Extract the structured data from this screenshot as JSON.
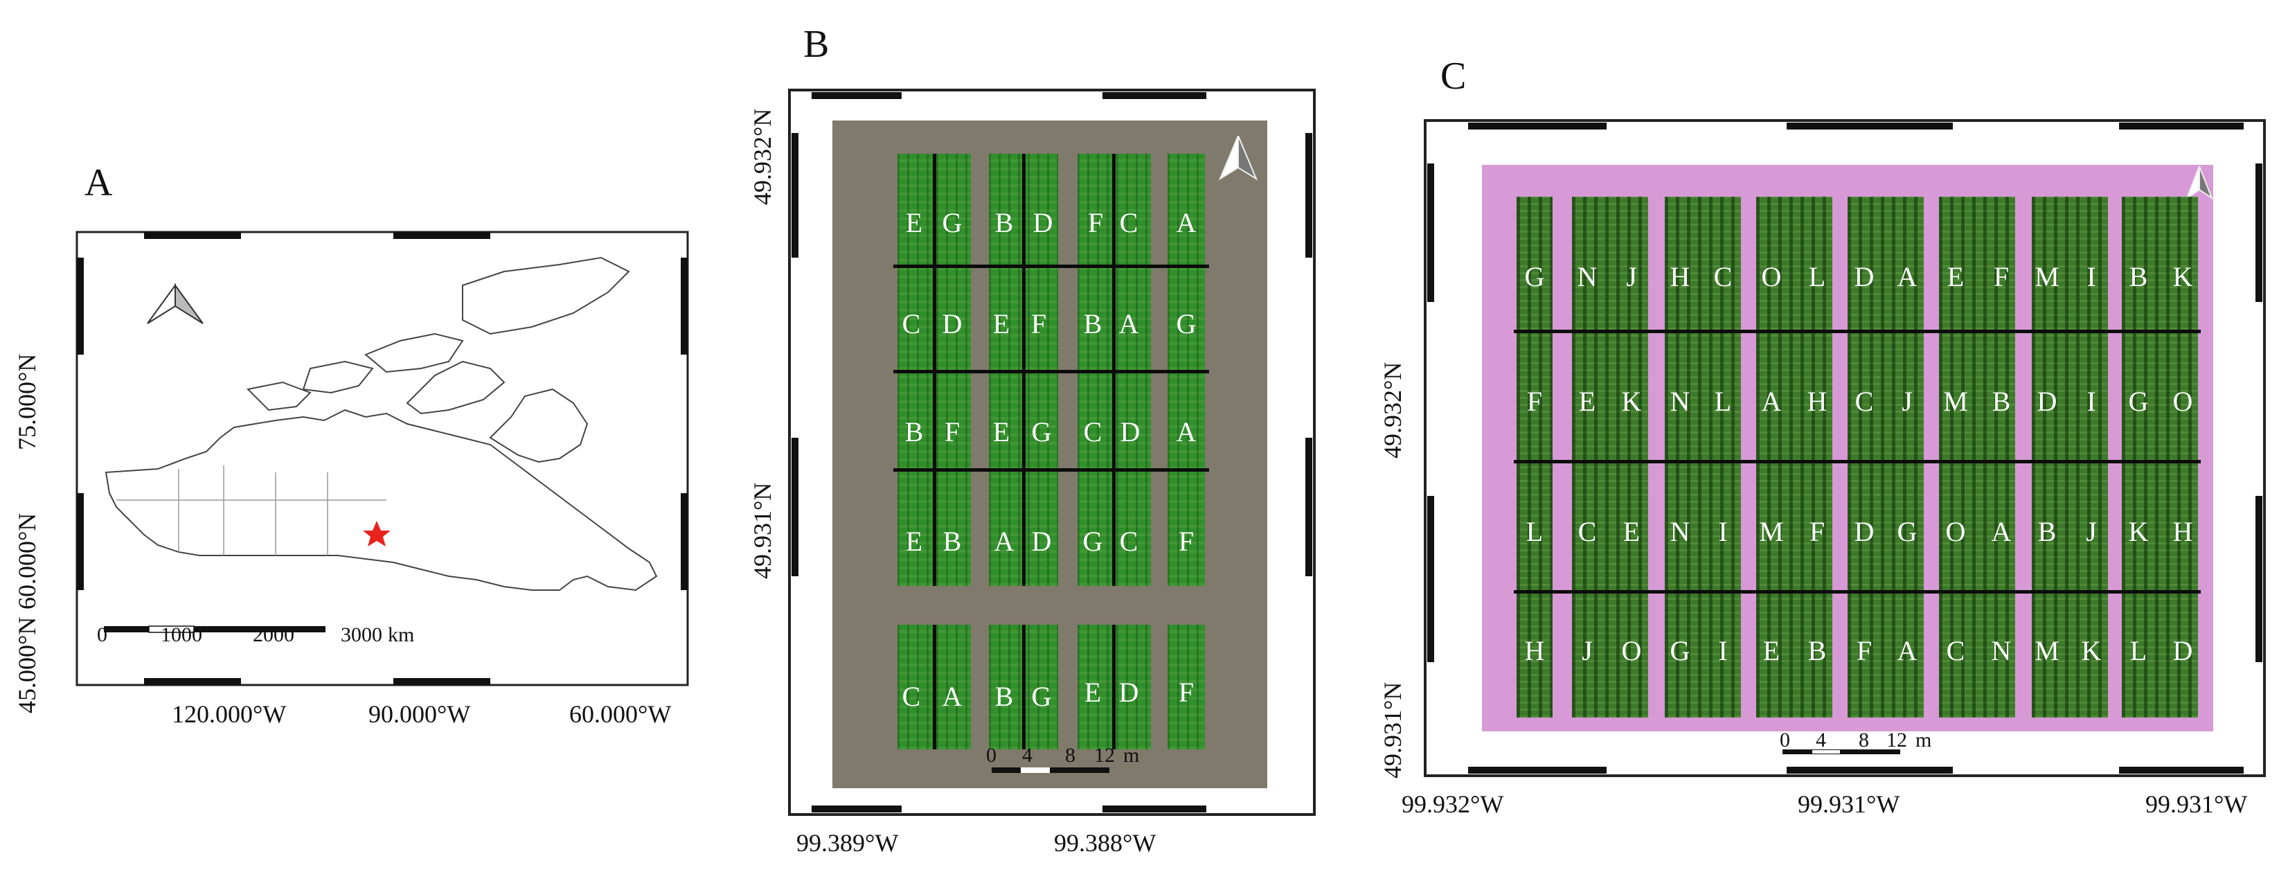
{
  "panels": {
    "a": {
      "label": "A",
      "lat_ticks": [
        "75.000°N",
        "60.000°N",
        "45.000°N"
      ],
      "lon_ticks": [
        "120.000°W",
        "90.000°W",
        "60.000°W"
      ],
      "scale": [
        "0",
        "1000",
        "2000",
        "3000",
        "km"
      ]
    },
    "b": {
      "label": "B",
      "lat_ticks": [
        "49.932°N",
        "49.931°N"
      ],
      "lon_ticks": [
        "99.389°W",
        "99.388°W"
      ],
      "scale": [
        "0",
        "4",
        "8",
        "12",
        "m"
      ],
      "blocks": [
        [
          "E",
          "G",
          "B",
          "D",
          "F",
          "C",
          "A"
        ],
        [
          "C",
          "D",
          "E",
          "F",
          "B",
          "A",
          "G"
        ],
        [
          "B",
          "F",
          "E",
          "G",
          "C",
          "D",
          "A"
        ],
        [
          "E",
          "B",
          "A",
          "D",
          "G",
          "C",
          "F"
        ],
        [
          "C",
          "A",
          "B",
          "G",
          "E",
          "D",
          "F"
        ]
      ]
    },
    "c": {
      "label": "C",
      "lat_ticks": [
        "49.932°N",
        "49.931°N"
      ],
      "lon_ticks": [
        "99.932°W",
        "99.931°W",
        "99.931°W"
      ],
      "scale": [
        "0",
        "4",
        "8",
        "12",
        "m"
      ],
      "blocks": [
        [
          "G",
          "N",
          "J",
          "H",
          "C",
          "O",
          "L",
          "D",
          "A",
          "E",
          "F",
          "M",
          "I",
          "B",
          "K"
        ],
        [
          "F",
          "E",
          "K",
          "N",
          "L",
          "A",
          "H",
          "C",
          "J",
          "M",
          "B",
          "D",
          "I",
          "G",
          "O"
        ],
        [
          "L",
          "C",
          "E",
          "N",
          "I",
          "M",
          "F",
          "D",
          "G",
          "O",
          "A",
          "B",
          "J",
          "K",
          "H"
        ],
        [
          "H",
          "J",
          "O",
          "G",
          "I",
          "E",
          "B",
          "F",
          "A",
          "C",
          "N",
          "M",
          "K",
          "L",
          "D"
        ]
      ]
    }
  },
  "colors": {
    "crop": "#2f8f2b",
    "soil_b": "#807a6c",
    "soil_c": "#d79ad6",
    "star": "#e8231e"
  }
}
